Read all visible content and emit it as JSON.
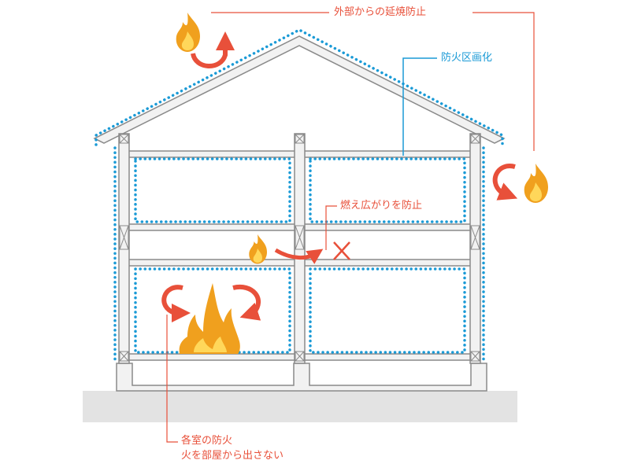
{
  "labels": {
    "external": "外部からの延焼防止",
    "compartment": "防火区画化",
    "spread": "燃え広がりを防止",
    "room_line1": "各室の防火",
    "room_line2": "火を部屋から出さない"
  },
  "colors": {
    "red": "#e8503a",
    "blue": "#1a9ad6",
    "frame_fill": "#f2f2f2",
    "frame_stroke": "#8a8a8a",
    "ground": "#e3e3e3",
    "flame_outer": "#f0a01e",
    "flame_inner": "#ffd75a"
  },
  "icons": [
    "flame-icon",
    "circular-arrow-icon",
    "arrow-icon",
    "cross-icon"
  ]
}
